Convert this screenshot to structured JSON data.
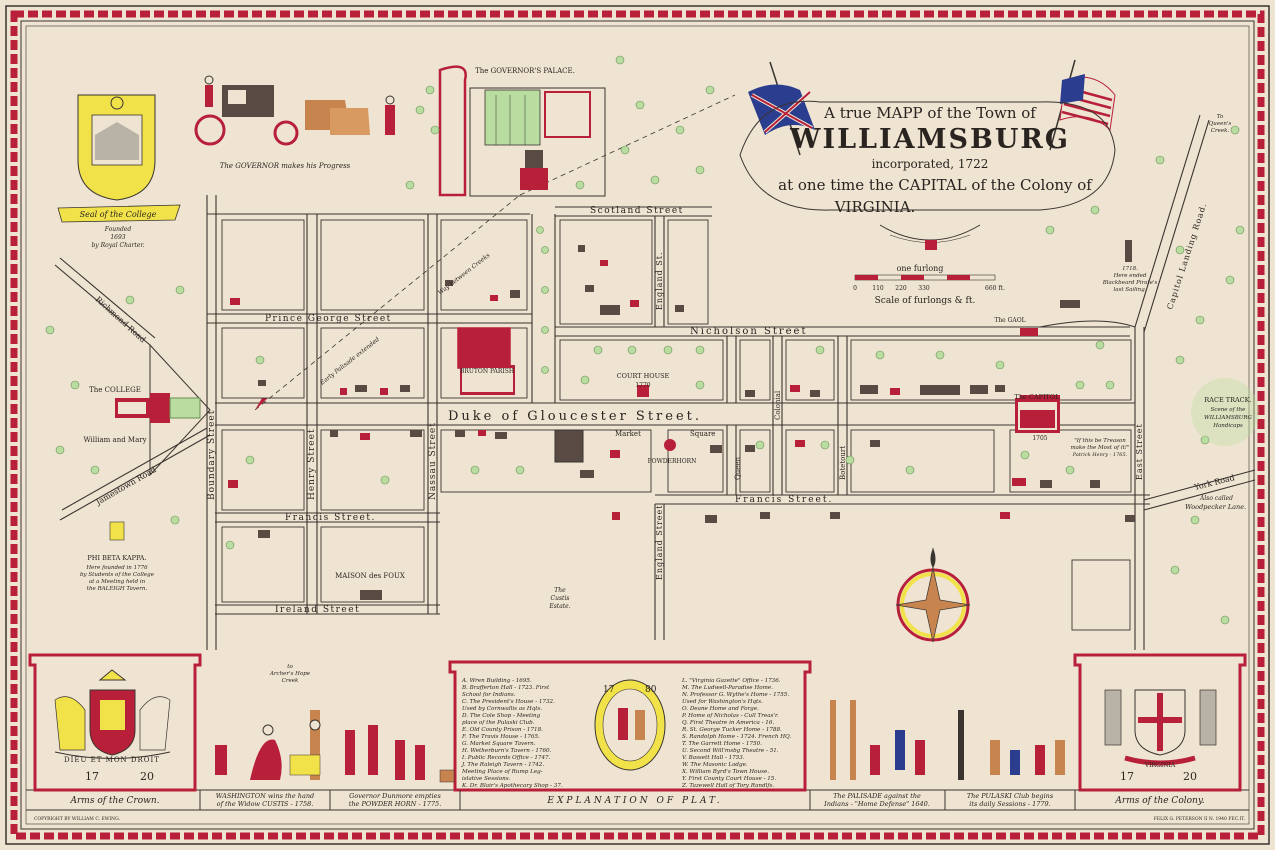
{
  "map": {
    "title_block": {
      "line1": "A true MAPP of the Town of",
      "line2": "WILLIAMSBURG",
      "line3": "incorporated, 1722",
      "line4": "at one time the CAPITAL of the Colony of",
      "line5": "VIRGINIA."
    },
    "scale": {
      "label_top": "one furlong",
      "ticks": [
        "0",
        "110",
        "220",
        "330",
        "660 ft."
      ],
      "caption": "Scale of furlongs & ft."
    },
    "streets": {
      "scotland": "Scotland Street",
      "prince_george": "Prince George Street",
      "nicholson": "Nicholson Street",
      "duke_of_gloucester": "Duke of Gloucester Street.",
      "francis_west": "Francis Street.",
      "francis_east": "Francis Street.",
      "ireland": "Ireland Street",
      "boundary": "Boundary Street",
      "henry": "Henry Street",
      "nassau": "Nassau Street",
      "england_north": "England St.",
      "england_south": "England Street",
      "east": "East Street",
      "capitol_landing": "Capitol Landing Road.",
      "york_road": "York Road",
      "york_road_note1": "Also called",
      "york_road_note2": "Woodpecker Lane.",
      "richmond_road": "Richmond Road",
      "jamestown_road": "Jamestown Road",
      "queen": "Queen",
      "colonial": "Colonial",
      "botetourt": "Botetourt",
      "market_square_1": "Market",
      "market_square_2": "Square",
      "palisade": "Early Palisade extended",
      "way_between": "Way between Creeks"
    },
    "places": {
      "governors_palace": "The GOVERNOR'S PALACE.",
      "college_1": "The COLLEGE",
      "college_2": "William and Mary",
      "bruton_parish": "BRUTON PARISH",
      "court_house": "COURT HOUSE",
      "court_house_year": "1770",
      "powder_horn": "POWDERHORN",
      "capitol": "The CAPITOL",
      "capitol_year": "1705",
      "gaol": "The GAOL",
      "maison_des_foux": "MAISON des FOUX",
      "custis_estate_1": "The",
      "custis_estate_2": "Custis",
      "custis_estate_3": "Estate.",
      "queens_creek_1": "To",
      "queens_creek_2": "Queen's",
      "queens_creek_3": "Creek.",
      "archers_hope_1": "to",
      "archers_hope_2": "Archer's Hope",
      "archers_hope_3": "Creek",
      "race_track_1": "RACE TRACK.",
      "race_track_2": "Scene of the",
      "race_track_3": "WILLIAMSBURG",
      "race_track_4": "Handicaps",
      "blackbeard_1": "1718.",
      "blackbeard_2": "Here ended",
      "blackbeard_3": "Blackbeard Pirate's",
      "blackbeard_4": "last Sailing.",
      "henry_quote_1": "\"If this be Treason",
      "henry_quote_2": "make the Most of it!\"",
      "henry_quote_3": "Patrick Henry - 1765."
    },
    "governor_caption": "The GOVERNOR makes his Progress",
    "seal": {
      "ribbon": "Seal of the College",
      "line1": "Founded",
      "line2": "1693",
      "line3": "by Royal Charter."
    },
    "phi_beta_kappa": {
      "title": "PHI BETA KAPPA.",
      "line1": "Here founded in 1776",
      "line2": "by Students of the College",
      "line3": "at a Meeting held in",
      "line4": "the RALEIGH Tavern."
    },
    "bottom_panels": {
      "arms_crown": "Arms of the Crown.",
      "washington_1": "WASHINGTON wins the hand",
      "washington_2": "of the Widow CUSTIS - 1758.",
      "dunmore_1": "Governor Dunmore empties",
      "dunmore_2": "the POWDER HORN - 1775.",
      "explanation": "EXPLANATION OF PLAT.",
      "palisade_1": "The PALISADE against the",
      "palisade_2": "Indians - \"Home Defense\" 1640.",
      "pulaski_1": "The PULASKI Club begins",
      "pulaski_2": "its daily Sessions - 1779.",
      "arms_colony": "Arms of the Colony.",
      "year_left_1": "17",
      "year_left_2": "20",
      "year_mid_1": "17",
      "year_mid_2": "80",
      "year_right_1": "17",
      "year_right_2": "20",
      "motto": "DIEU ET MON DROIT",
      "colony_ribbon": "VIRGINIA"
    },
    "legend_left": [
      "A. Wren Building - 1695.",
      "B. Brafferton Hall - 1723. First",
      "    School for Indians.",
      "C. The President's House - 1732.",
      "    Used by Cornwallis as Hqts.",
      "D. The Cole Shop - Meeting",
      "    place of the Pulaski Club.",
      "E. Old County Prison - 1718.",
      "F. The Travis House - 1765.",
      "G. Market Square Tavern.",
      "H. Wetherburn's Tavern - 1760.",
      "I. Public Records Office - 1747.",
      "J. The Raleigh Tavern - 1742.",
      "    Meeting Place of Rump Leg-",
      "    islative Sessions.",
      "K. Dr. Blair's Apothecary Shop - 37."
    ],
    "legend_right": [
      "L. \"Virginia Gazette\" Office - 1736.",
      "M. The Ludwell-Paradise Home.",
      "N. Professor G. Wythe's Home - 1755.",
      "    Used for Washington's Hqts.",
      "O. Deane Home and Forge.",
      "P. Home of Nicholas - Cull Treas'r.",
      "Q. First Theatre in America - 16.",
      "R. St. George Tucker Home - 1788.",
      "S. Randolph Home - 1724. French HQ.",
      "T. The Garrett Home - 1750.",
      "U. Second Will'msbg Theatre - 51.",
      "V. Bassett Hall - 1753.",
      "W. The Masonic Lodge.",
      "X. William Byrd's Town House.",
      "Y. First County Court House - 15.",
      "Z. Tazewell Hall of Tory Randlfs."
    ],
    "copyright_left": "COPYRIGHT BY WILLIAM C. EWING.",
    "copyright_right": "FELIX G. PETERSON II N. 1940 FEC.IT.",
    "colors": {
      "parchment": "#efe4d2",
      "border_red": "#b8203a",
      "ink": "#2a2420",
      "tree_green": "#b9dca0",
      "seal_yellow": "#f2e24a",
      "flag_blue": "#2a3d8f"
    }
  }
}
